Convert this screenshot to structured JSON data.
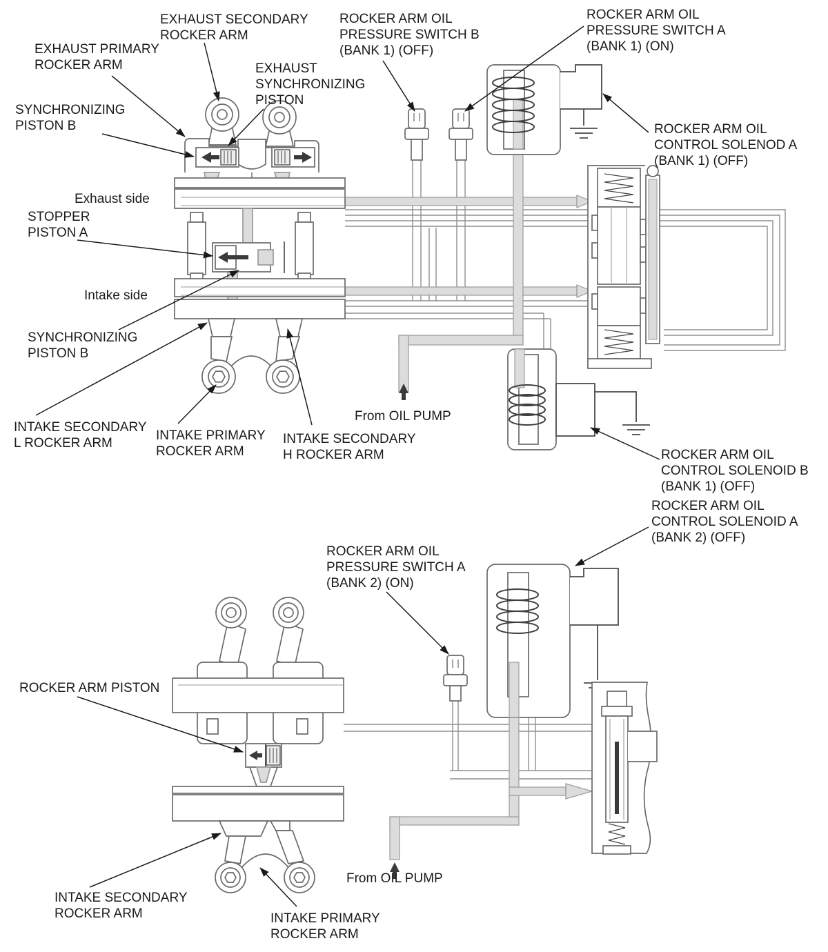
{
  "colors": {
    "background": "#ffffff",
    "machine_line": "#6a6a6a",
    "pipe_fill": "#dcdcdc",
    "pipe_stroke": "#999999",
    "dark_arrow": "#3a3a3a",
    "text": "#1a1a1a"
  },
  "labels": [
    {
      "name": "exhaust-secondary-rocker-arm",
      "text": "EXHAUST SECONDARY\nROCKER ARM"
    },
    {
      "name": "exhaust-primary-rocker-arm",
      "text": "EXHAUST PRIMARY\nROCKER ARM"
    },
    {
      "name": "exhaust-synchronizing-piston",
      "text": "EXHAUST\nSYNCHRONIZING\nPISTON"
    },
    {
      "name": "synchronizing-piston-b-top",
      "text": "SYNCHRONIZING\nPISTON B"
    },
    {
      "name": "exhaust-side",
      "text": "Exhaust side"
    },
    {
      "name": "stopper-piston-a",
      "text": "STOPPER\nPISTON A"
    },
    {
      "name": "intake-side",
      "text": "Intake side"
    },
    {
      "name": "synchronizing-piston-b-lower",
      "text": "SYNCHRONIZING\nPISTON B"
    },
    {
      "name": "intake-secondary-l-rocker-arm",
      "text": "INTAKE SECONDARY\nL ROCKER ARM"
    },
    {
      "name": "intake-primary-rocker-arm-top",
      "text": "INTAKE PRIMARY\nROCKER ARM"
    },
    {
      "name": "intake-secondary-h-rocker-arm",
      "text": "INTAKE SECONDARY\nH ROCKER ARM"
    },
    {
      "name": "from-oil-pump-top",
      "text": "From OIL PUMP"
    },
    {
      "name": "rocker-arm-oil-pressure-switch-b-bank1",
      "text": "ROCKER ARM OIL\nPRESSURE SWITCH B\n(BANK 1) (OFF)"
    },
    {
      "name": "rocker-arm-oil-pressure-switch-a-bank1",
      "text": "ROCKER ARM OIL\nPRESSURE SWITCH A\n(BANK 1) (ON)"
    },
    {
      "name": "rocker-arm-oil-control-solenod-a-bank1",
      "text": "ROCKER ARM OIL\nCONTROL SOLENOD A\n(BANK 1) (OFF)"
    },
    {
      "name": "rocker-arm-oil-control-solenoid-b-bank1",
      "text": "ROCKER ARM OIL\nCONTROL SOLENOID B\n(BANK 1) (OFF)"
    },
    {
      "name": "rocker-arm-oil-control-solenoid-a-bank2",
      "text": "ROCKER ARM OIL\nCONTROL SOLENOID A\n(BANK 2) (OFF)"
    },
    {
      "name": "rocker-arm-oil-pressure-switch-a-bank2",
      "text": "ROCKER ARM OIL\nPRESSURE SWITCH A\n(BANK 2) (ON)"
    },
    {
      "name": "rocker-arm-piston",
      "text": "ROCKER ARM PISTON"
    },
    {
      "name": "intake-secondary-rocker-arm-bottom",
      "text": "INTAKE SECONDARY\nROCKER ARM"
    },
    {
      "name": "intake-primary-rocker-arm-bottom",
      "text": "INTAKE PRIMARY\nROCKER ARM"
    },
    {
      "name": "from-oil-pump-bottom",
      "text": "From OIL PUMP"
    }
  ]
}
